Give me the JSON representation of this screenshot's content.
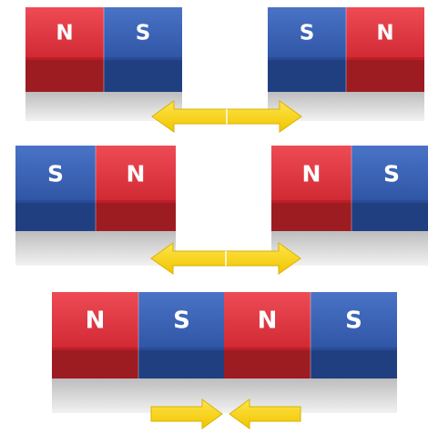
{
  "colors": {
    "north_face": "#e0323e",
    "north_top": "#c41f29",
    "north_bottom": "#9c1c22",
    "south_face": "#3a62b5",
    "south_top": "#2c4f9c",
    "south_bottom": "#1f3f80",
    "shadow": "#c9c9c9",
    "arrow": "#f5d20a",
    "arrow_edge": "#d9b200",
    "letter": "#ffffff"
  },
  "poles": {
    "north": "N",
    "south": "S"
  },
  "rows": [
    {
      "name": "row-1-repel",
      "interaction": "repel",
      "magnets": [
        {
          "name": "magnet-top-left",
          "poles": [
            "N",
            "S"
          ]
        },
        {
          "name": "magnet-top-right",
          "poles": [
            "S",
            "N"
          ]
        }
      ],
      "arrow_icon": "double-headed-outward-arrow-icon"
    },
    {
      "name": "row-2-repel",
      "interaction": "repel",
      "magnets": [
        {
          "name": "magnet-middle-left",
          "poles": [
            "S",
            "N"
          ]
        },
        {
          "name": "magnet-middle-right",
          "poles": [
            "N",
            "S"
          ]
        }
      ],
      "arrow_icon": "double-headed-outward-arrow-icon"
    },
    {
      "name": "row-3-attract",
      "interaction": "attract",
      "magnets": [
        {
          "name": "magnet-bottom-left",
          "poles": [
            "N",
            "S"
          ]
        },
        {
          "name": "magnet-bottom-right",
          "poles": [
            "N",
            "S"
          ]
        }
      ],
      "arrow_icon": "converging-arrows-icon"
    }
  ]
}
